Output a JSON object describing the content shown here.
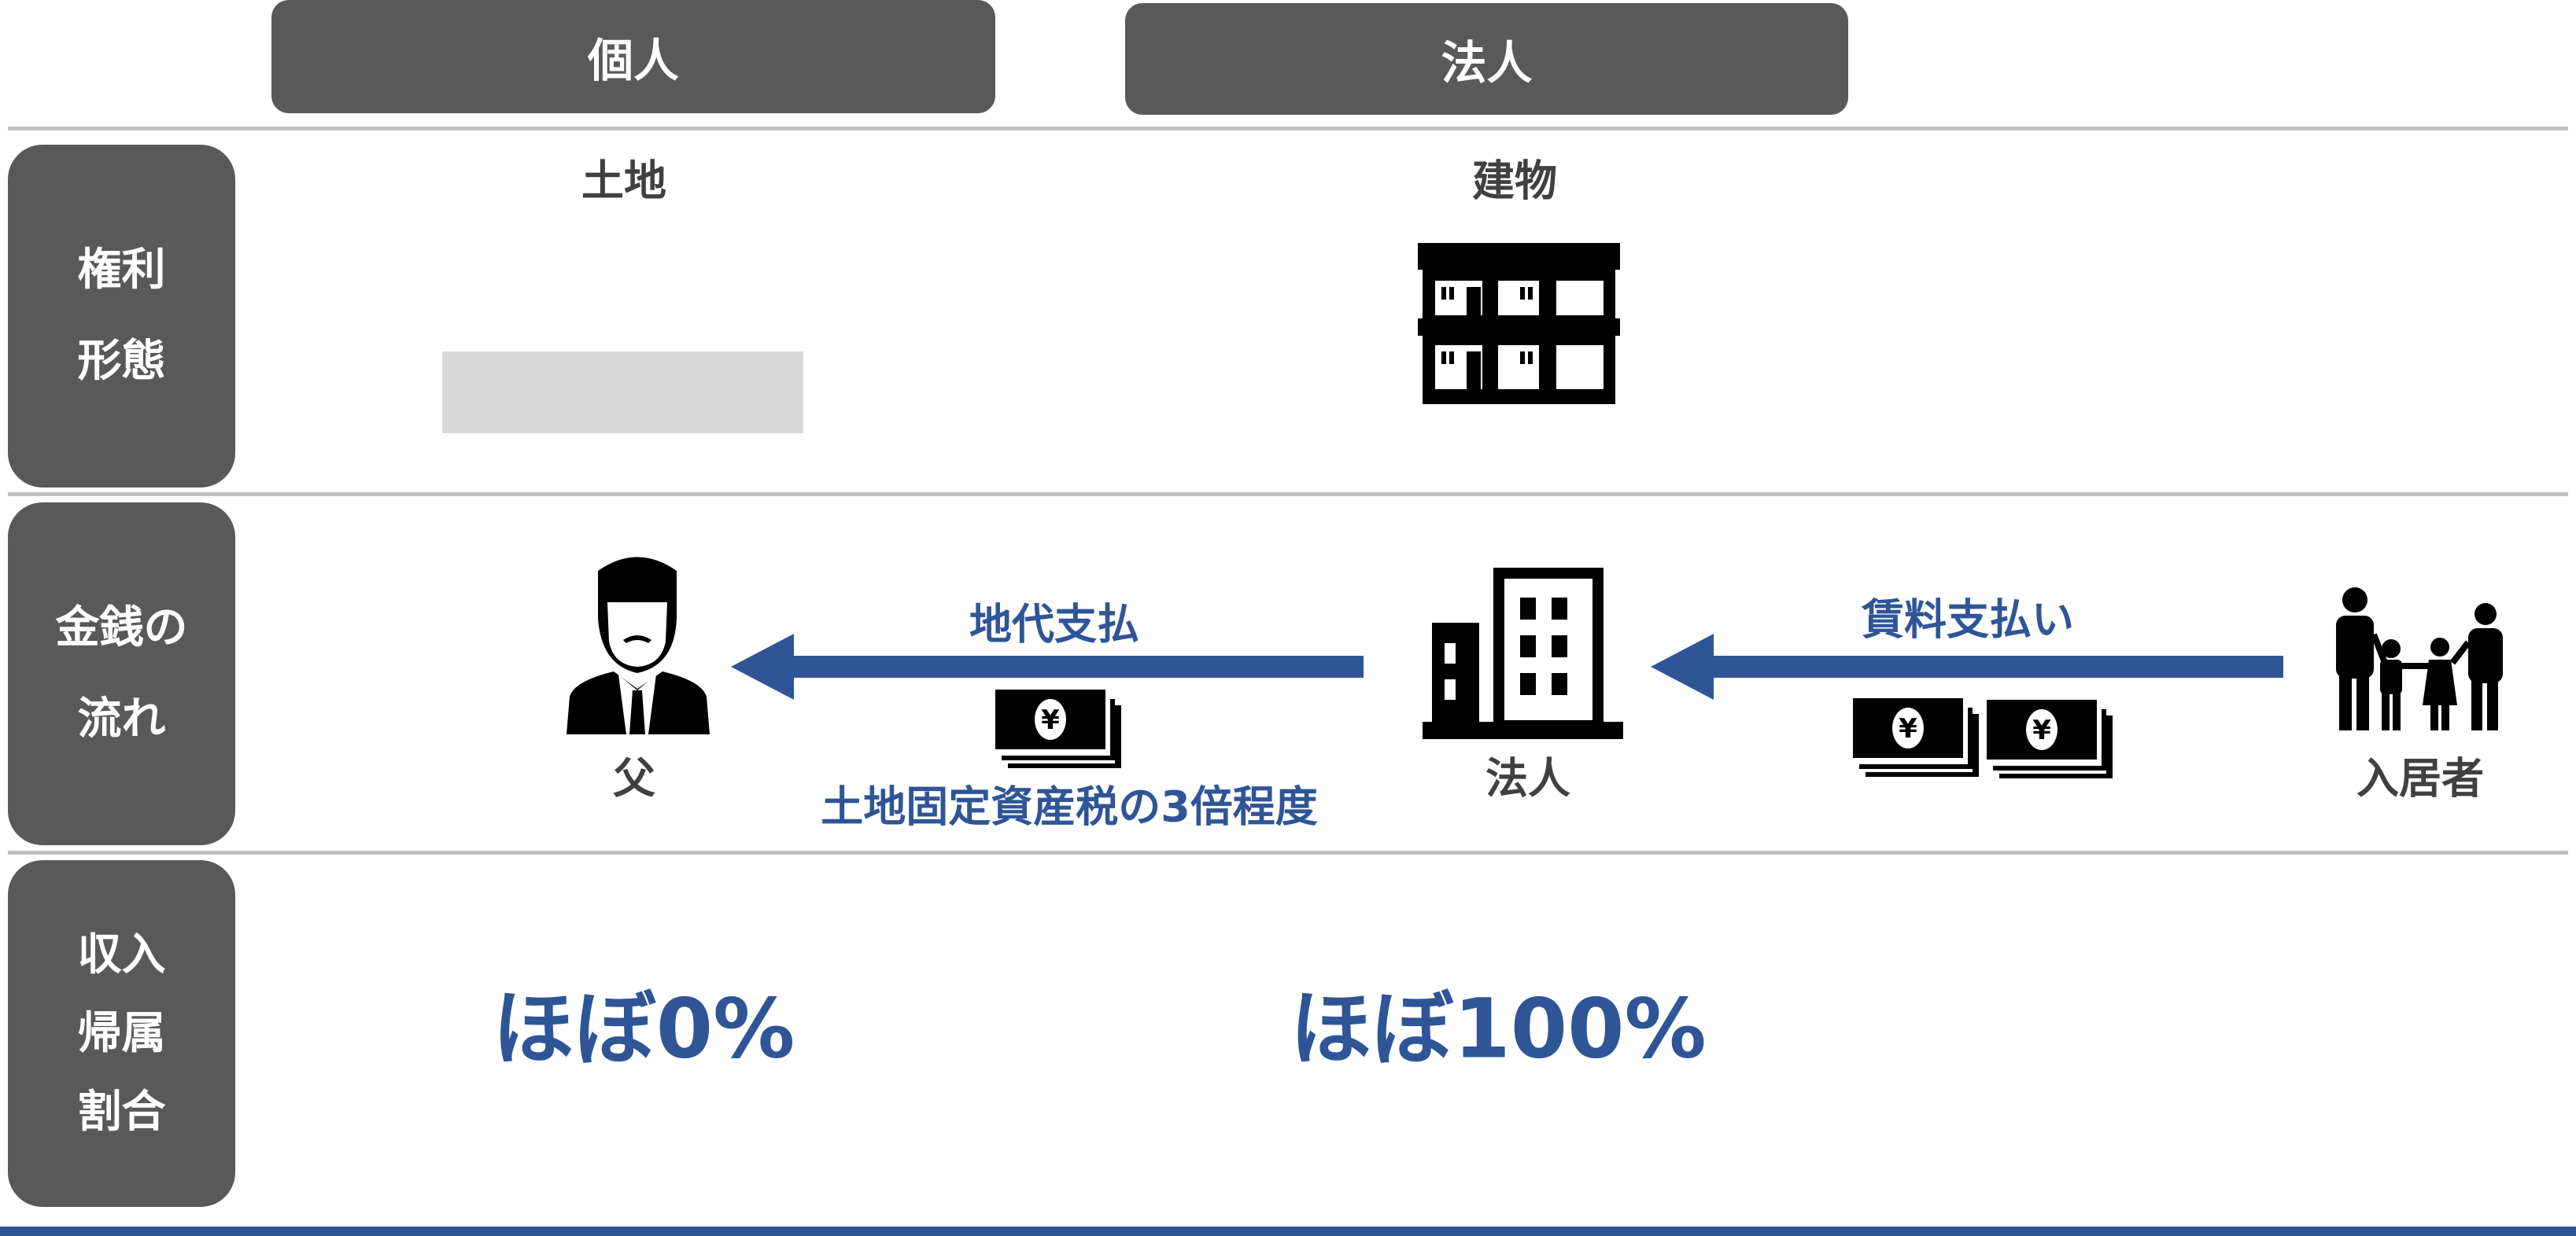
{
  "header": {
    "individual_label": "個人",
    "corporation_label": "法人"
  },
  "rows": {
    "rights": {
      "label_lines": [
        "権利",
        "形態"
      ],
      "land_label": "土地",
      "building_label": "建物"
    },
    "money": {
      "label_lines": [
        "金銭の",
        "流れ"
      ],
      "father_label": "父",
      "corporation_label": "法人",
      "tenants_label": "入居者",
      "ground_rent_label": "地代支払",
      "ground_rent_note": "土地固定資産税の3倍程度",
      "rent_label": "賃料支払い"
    },
    "income": {
      "label_lines": [
        "収入",
        "帰属",
        "割合"
      ],
      "individual_share": "ほぼ0%",
      "corporation_share": "ほぼ100%"
    }
  },
  "colors": {
    "accent": "#2f5597",
    "label_bg": "#595959",
    "divider": "#c0c0c0"
  }
}
